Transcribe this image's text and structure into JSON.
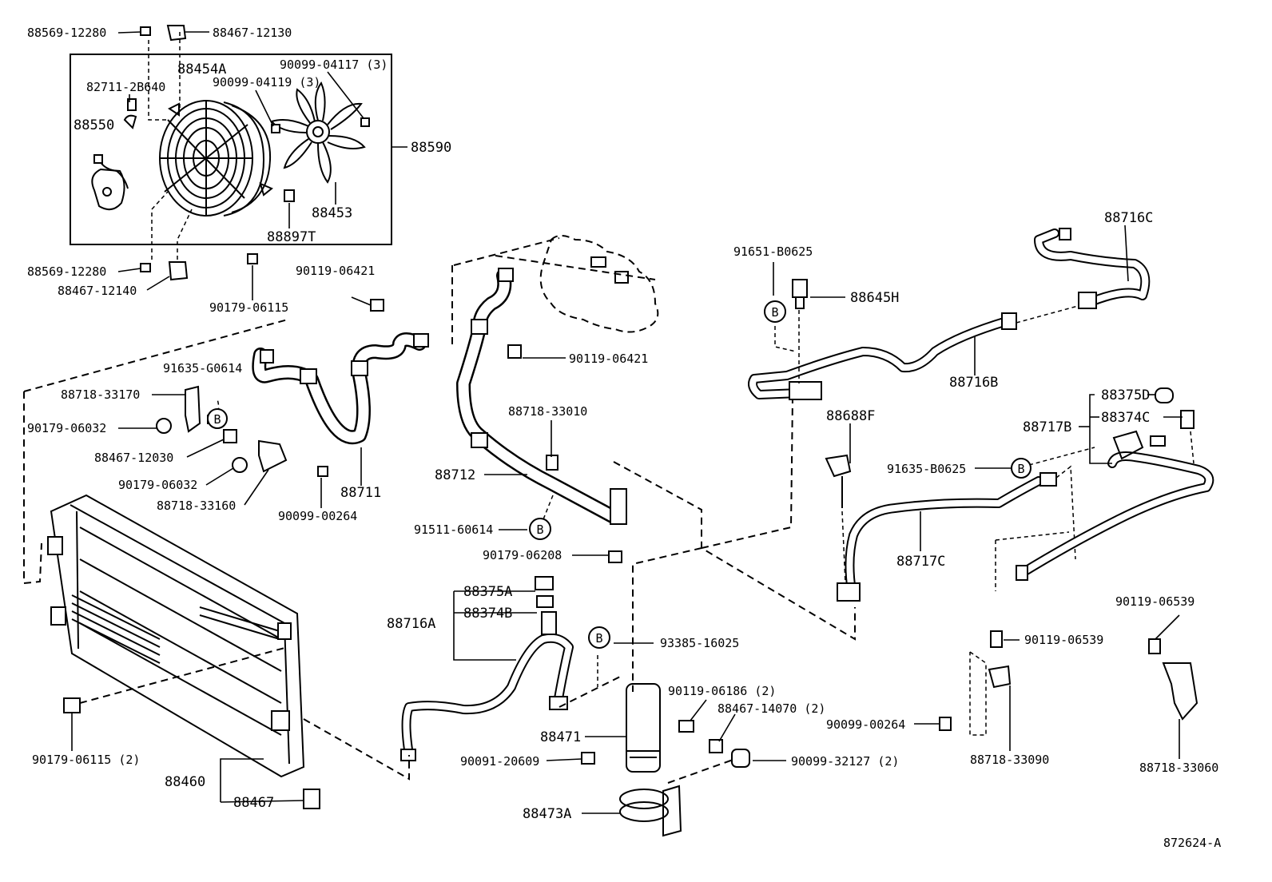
{
  "diagram_id": "872624-A",
  "labels": {
    "l_88569_12280_top": "88569-12280",
    "l_88467_12130": "88467-12130",
    "l_88454A": "88454A",
    "l_90099_04117": "90099-04117 (3)",
    "l_82711_2B640": "82711-2B640",
    "l_90099_04119": "90099-04119 (3)",
    "l_88550": "88550",
    "l_88590": "88590",
    "l_88453": "88453",
    "l_88897T": "88897T",
    "l_88569_12280_bot": "88569-12280",
    "l_88467_12140": "88467-12140",
    "l_90179_06115": "90179-06115",
    "l_90119_06421_a": "90119-06421",
    "l_90119_06421_b": "90119-06421",
    "l_91635_G0614": "91635-G0614",
    "l_88718_33170": "88718-33170",
    "l_90179_06032_a": "90179-06032",
    "l_88467_12030": "88467-12030",
    "l_90179_06032_b": "90179-06032",
    "l_88718_33160": "88718-33160",
    "l_90099_00264_a": "90099-00264",
    "l_88711": "88711",
    "l_88718_33010": "88718-33010",
    "l_88712": "88712",
    "l_91511_60614": "91511-60614",
    "l_90179_06208": "90179-06208",
    "l_88375A": "88375A",
    "l_88374B": "88374B",
    "l_88716A": "88716A",
    "l_93385_16025": "93385-16025",
    "l_90119_06186": "90119-06186 (2)",
    "l_88467_14070": "88467-14070 (2)",
    "l_88471": "88471",
    "l_90091_20609": "90091-20609",
    "l_90099_32127": "90099-32127 (2)",
    "l_88473A": "88473A",
    "l_90179_06115_2": "90179-06115 (2)",
    "l_88460": "88460",
    "l_88467": "88467",
    "l_91651_B0625": "91651-B0625",
    "l_88645H": "88645H",
    "l_88716C": "88716C",
    "l_88716B": "88716B",
    "l_88688F": "88688F",
    "l_88375D": "88375D",
    "l_88374C": "88374C",
    "l_88717B": "88717B",
    "l_91635_B0625": "91635-B0625",
    "l_88717C": "88717C",
    "l_90119_06539_a": "90119-06539",
    "l_90119_06539_b": "90119-06539",
    "l_90099_00264_b": "90099-00264",
    "l_88718_33090": "88718-33090",
    "l_88718_33060": "88718-33060",
    "l_ref": "872624-A"
  },
  "callout_letter": "B"
}
